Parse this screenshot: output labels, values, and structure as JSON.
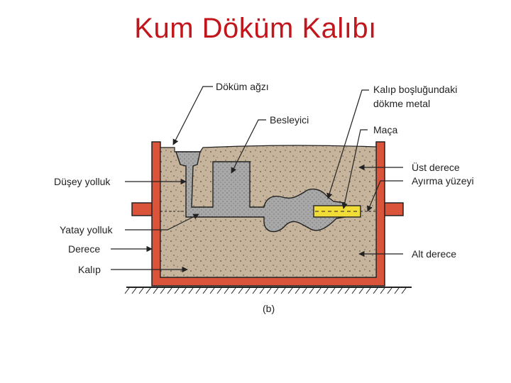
{
  "slide": {
    "title": "Kum Döküm Kalıbı"
  },
  "diagram": {
    "caption": "(b)",
    "labels_left": {
      "dusey_yolluk": "Düşey yolluk",
      "yatay_yolluk": "Yatay yolluk",
      "derece": "Derece",
      "kalip": "Kalıp"
    },
    "labels_top": {
      "dokum_agzi": "Döküm ağzı",
      "besleyici": "Besleyici"
    },
    "labels_right": {
      "kalip_boslugu_line1": "Kalıp boşluğundaki",
      "kalip_boslugu_line2": "dökme metal",
      "maca": "Maça",
      "ust_derece": "Üst derece",
      "ayirma_yuzeyi": "Ayırma yüzeyi",
      "alt_derece": "Alt derece"
    },
    "colors": {
      "flask": "#d9543a",
      "sand": "#c6b59c",
      "metal": "#a8a8a8",
      "core": "#f2dc38",
      "title": "#c0161c"
    }
  }
}
